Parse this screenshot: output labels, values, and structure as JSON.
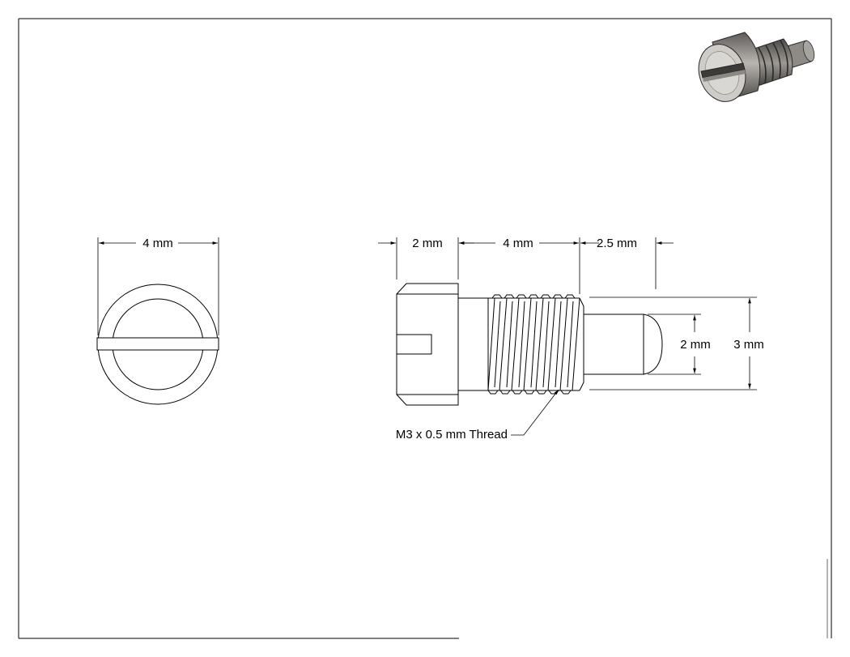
{
  "front_view": {
    "width_label": "4 mm"
  },
  "side_view": {
    "head_length_label": "2 mm",
    "thread_length_label": "4 mm",
    "tip_length_label": "2.5 mm",
    "tip_diameter_label": "2 mm",
    "thread_diameter_label": "3 mm",
    "thread_callout": "M3 x 0.5 mm Thread"
  },
  "colors": {
    "line": "#000000",
    "background": "#ffffff",
    "render_body": "#8a8784",
    "render_highlight": "#d6d4d0"
  }
}
